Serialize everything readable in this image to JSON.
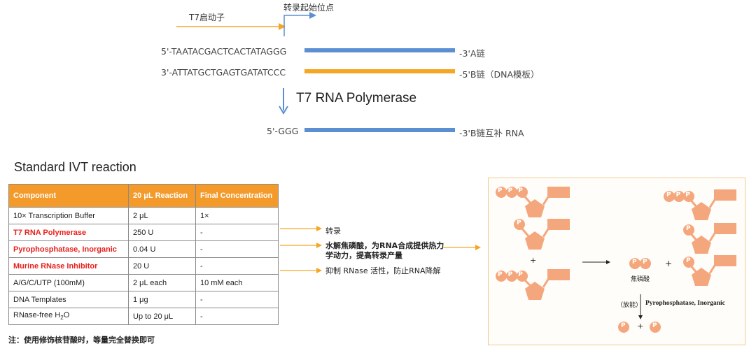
{
  "top": {
    "promoter_label": "T7启动子",
    "tss_label": "转录起始位点",
    "strand_a_seq": "5'-TAATACGACTCACTATAGGG",
    "strand_a_end": "-3'A链",
    "strand_b_seq": "3'-ATTATGCTGAGTGATATCCC",
    "strand_b_end": "-5'B链（DNA模板）",
    "enzyme": "T7 RNA Polymerase",
    "rna_seq": "5'-GGG",
    "rna_end": "-3'B链互补 RNA"
  },
  "ivt": {
    "title": "Standard IVT reaction",
    "headers": [
      "Component",
      "20 μL Reaction",
      "Final Concentration"
    ],
    "rows": [
      {
        "component": "10× Transcription Buffer",
        "reaction": "2 μL",
        "final": "1×"
      },
      {
        "component": "T7 RNA Polymerase",
        "reaction": "250 U",
        "final": "-"
      },
      {
        "component": "Pyrophosphatase, Inorganic",
        "reaction": "0.04 U",
        "final": "-"
      },
      {
        "component": "Murine RNase Inhibitor",
        "reaction": "20 U",
        "final": "-"
      },
      {
        "component": "A/G/C/UTP (100mM)",
        "reaction": "2 μL each",
        "final": "10 mM each"
      },
      {
        "component": "DNA Templates",
        "reaction": "1 μg",
        "final": "-"
      },
      {
        "component": "RNase-free H",
        "component_sub": "2",
        "component_tail": "O",
        "reaction": "Up to 20 μL",
        "final": "-"
      }
    ],
    "note": "注：使用修饰核苷酸时，等量完全替换即可"
  },
  "annotations": {
    "polymerase": "转录",
    "ppase_line1": "水解焦磷酸，为RNA合成提供热力",
    "ppase_line2": "学动力，提高转录产量",
    "inhibitor": "抑制 RNase 活性，防止RNA降解"
  },
  "panel": {
    "p_letter": "P",
    "plus": "+",
    "pyrophosphate": "焦磷酸",
    "release": "（放能）",
    "enzyme": "Pyrophosphatase, Inorganic"
  },
  "colors": {
    "blue_strand": "#5b8fd1",
    "orange_strand": "#f5a623",
    "header_orange": "#f39a2b",
    "red_text": "#e8201c",
    "nucleotide": "#f4a77c"
  }
}
